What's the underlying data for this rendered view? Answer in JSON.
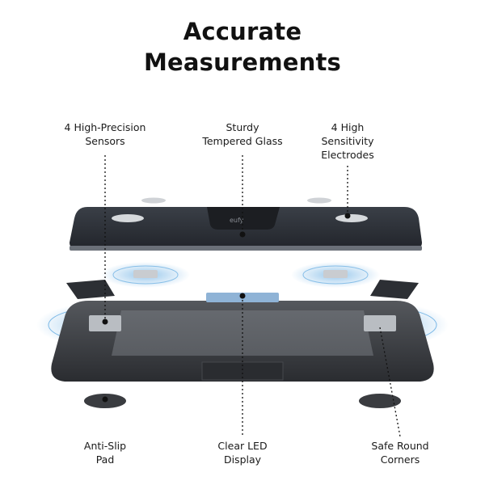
{
  "title": {
    "line1": "Accurate",
    "line2": "Measurements"
  },
  "top_labels": [
    {
      "line1": "4 High-Precision",
      "line2": "Sensors"
    },
    {
      "line1": "Sturdy",
      "line2": "Tempered Glass"
    },
    {
      "line1": "4 High",
      "line2": "Sensitivity",
      "line3": "Electrodes"
    }
  ],
  "bottom_labels": [
    {
      "line1": "Anti-Slip",
      "line2": "Pad"
    },
    {
      "line1": "Clear LED",
      "line2": "Display"
    },
    {
      "line1": "Safe Round",
      "line2": "Corners"
    }
  ],
  "brand_logo": "eufy",
  "colors": {
    "glass": "#2b2f36",
    "frame": "#3a3d42",
    "wave": "#2f8fd8",
    "callout": "#111111"
  }
}
